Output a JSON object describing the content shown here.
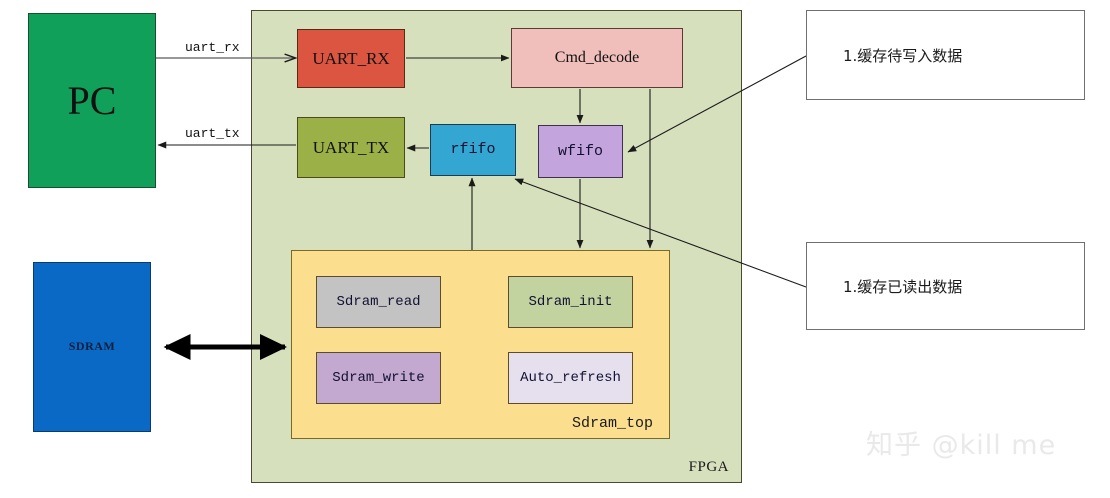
{
  "diagram": {
    "title": "SDRAM UART FPGA block diagram",
    "containers": {
      "fpga": {
        "label": "FPGA",
        "fill": "#d7e0bd",
        "stroke": "#4a4a30"
      },
      "sdram_top": {
        "label": "Sdram_top",
        "fill": "#fcdf8e",
        "stroke": "#7a6a22"
      }
    },
    "nodes": {
      "pc": {
        "label": "PC",
        "fill": "#11a05a"
      },
      "sdram": {
        "label": "SDRAM",
        "fill": "#0b69c6"
      },
      "uart_rx": {
        "label": "UART_RX",
        "fill": "#dc5540"
      },
      "cmd_decode": {
        "label": "Cmd_decode",
        "fill": "#f0bfbb"
      },
      "uart_tx": {
        "label": "UART_TX",
        "fill": "#9bb047"
      },
      "rfifo": {
        "label": "rfifo",
        "fill": "#33a6d2"
      },
      "wfifo": {
        "label": "wfifo",
        "fill": "#c4a4dc"
      },
      "sdram_read": {
        "label": "Sdram_read",
        "fill": "#c3c3c3"
      },
      "sdram_write": {
        "label": "Sdram_write",
        "fill": "#c3a8cf"
      },
      "sdram_init": {
        "label": "Sdram_init",
        "fill": "#c3d3a0"
      },
      "auto_refresh": {
        "label": "Auto_refresh",
        "fill": "#e6e0ee"
      }
    },
    "edge_labels": {
      "uart_rx": "uart_rx",
      "uart_tx": "uart_tx"
    },
    "callouts": {
      "write_note": "1.缓存待写入数据",
      "read_note": "1.缓存已读出数据"
    },
    "watermark": "知乎 @kill me"
  },
  "chart_data": {
    "type": "diagram",
    "title": "SDRAM controller block diagram",
    "nodes": [
      {
        "id": "pc",
        "label": "PC",
        "group": "host",
        "fill": "#11a05a"
      },
      {
        "id": "sdram",
        "label": "SDRAM",
        "group": "external-memory",
        "fill": "#0b69c6"
      },
      {
        "id": "uart_rx",
        "label": "UART_RX",
        "group": "fpga",
        "fill": "#dc5540"
      },
      {
        "id": "cmd_decode",
        "label": "Cmd_decode",
        "group": "fpga",
        "fill": "#f0bfbb"
      },
      {
        "id": "uart_tx",
        "label": "UART_TX",
        "group": "fpga",
        "fill": "#9bb047"
      },
      {
        "id": "rfifo",
        "label": "rfifo",
        "group": "fpga",
        "fill": "#33a6d2"
      },
      {
        "id": "wfifo",
        "label": "wfifo",
        "group": "fpga",
        "fill": "#c4a4dc"
      },
      {
        "id": "sdram_read",
        "label": "Sdram_read",
        "group": "sdram_top",
        "fill": "#c3c3c3"
      },
      {
        "id": "sdram_write",
        "label": "Sdram_write",
        "group": "sdram_top",
        "fill": "#c3a8cf"
      },
      {
        "id": "sdram_init",
        "label": "Sdram_init",
        "group": "sdram_top",
        "fill": "#c3d3a0"
      },
      {
        "id": "auto_refresh",
        "label": "Auto_refresh",
        "group": "sdram_top",
        "fill": "#e6e0ee"
      }
    ],
    "edges": [
      {
        "from": "pc",
        "to": "uart_rx",
        "label": "uart_rx",
        "direction": "forward"
      },
      {
        "from": "uart_tx",
        "to": "pc",
        "label": "uart_tx",
        "direction": "forward"
      },
      {
        "from": "uart_rx",
        "to": "cmd_decode",
        "label": "",
        "direction": "forward"
      },
      {
        "from": "cmd_decode",
        "to": "wfifo",
        "label": "",
        "direction": "forward"
      },
      {
        "from": "cmd_decode",
        "to": "sdram_top",
        "label": "",
        "direction": "forward"
      },
      {
        "from": "wfifo",
        "to": "sdram_top",
        "label": "",
        "direction": "forward"
      },
      {
        "from": "sdram_top",
        "to": "rfifo",
        "label": "",
        "direction": "forward"
      },
      {
        "from": "rfifo",
        "to": "uart_tx",
        "label": "",
        "direction": "forward"
      },
      {
        "from": "sdram",
        "to": "sdram_top",
        "label": "",
        "direction": "both"
      },
      {
        "from": "callout_write",
        "to": "wfifo",
        "label": "1.缓存待写入数据",
        "direction": "forward"
      },
      {
        "from": "callout_read",
        "to": "rfifo",
        "label": "1.缓存已读出数据",
        "direction": "forward"
      }
    ],
    "groups": [
      {
        "id": "fpga",
        "label": "FPGA",
        "fill": "#d7e0bd"
      },
      {
        "id": "sdram_top",
        "label": "Sdram_top",
        "fill": "#fcdf8e"
      }
    ]
  }
}
